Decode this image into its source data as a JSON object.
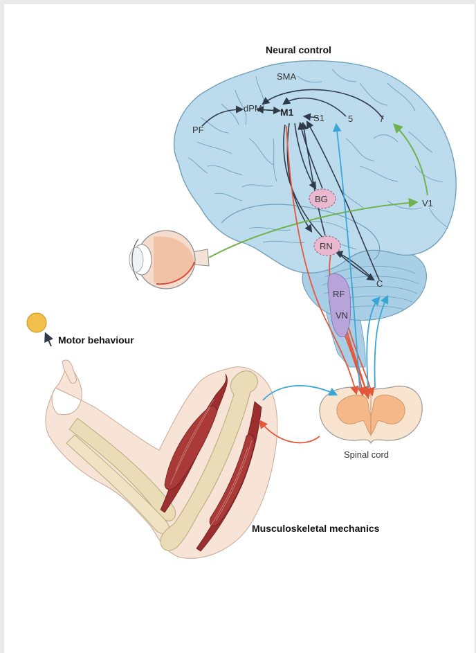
{
  "titles": {
    "neural_control": "Neural control",
    "motor_behaviour": "Motor behaviour",
    "musculoskeletal": "Musculoskeletal mechanics",
    "spinal_cord": "Spinal cord"
  },
  "regions": {
    "sma": "SMA",
    "dpm": "dPM",
    "m1": "M1",
    "s1": "S1",
    "pf": "PF",
    "area5": "5",
    "area7": "7",
    "v1": "V1",
    "bg": "BG",
    "rn": "RN",
    "rf": "RF",
    "vn": "VN",
    "c": "C"
  },
  "colors": {
    "brain": "#bcdcee",
    "cerebellum": "#a9cfe6",
    "descending": "#e5573a",
    "ascending": "#3aa6d6",
    "visual": "#6fb24e",
    "internal": "#2f3b48",
    "nucleus": "#eab9cf",
    "spinal": "#f6c79b",
    "bone": "#e9dcb7",
    "muscle": "#9b2e2e",
    "skin": "#f7e4d7",
    "target": "#f2c04a"
  }
}
